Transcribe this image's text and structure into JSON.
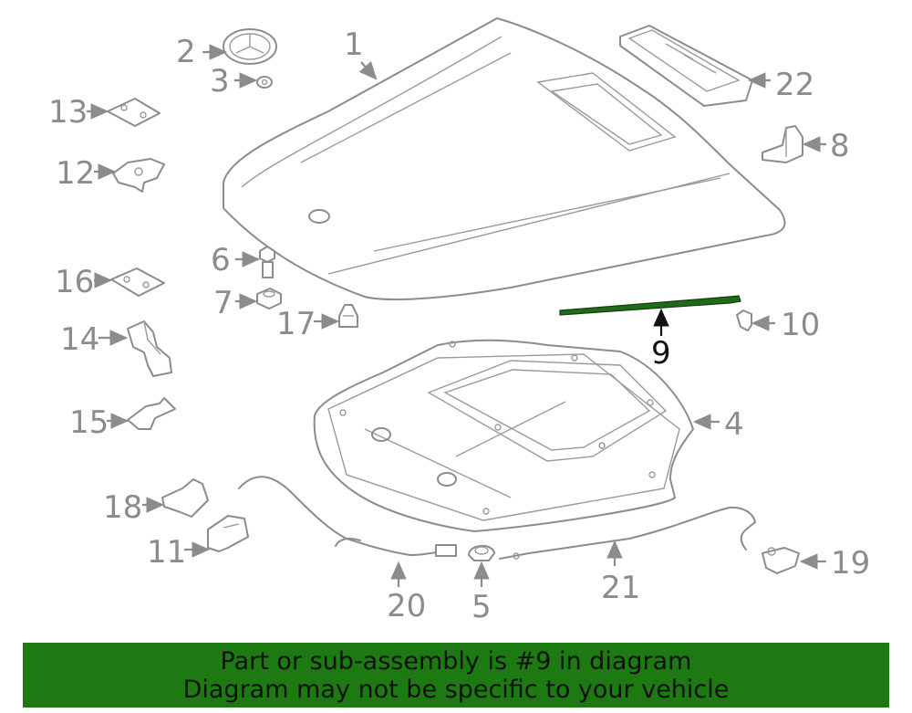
{
  "labels": {
    "p1": "1",
    "p2": "2",
    "p3": "3",
    "p4": "4",
    "p5": "5",
    "p6": "6",
    "p7": "7",
    "p8": "8",
    "p9": "9",
    "p10": "10",
    "p11": "11",
    "p12": "12",
    "p13": "13",
    "p14": "14",
    "p15": "15",
    "p16": "16",
    "p17": "17",
    "p18": "18",
    "p19": "19",
    "p20": "20",
    "p21": "21",
    "p22": "22"
  },
  "highlight": {
    "part_number": "9",
    "color": "#1f6b1a",
    "banner_color": "#1d7a12"
  },
  "banner": {
    "line1": "Part or sub-assembly is #9 in diagram",
    "line2": "Diagram may not be specific to your vehicle"
  }
}
